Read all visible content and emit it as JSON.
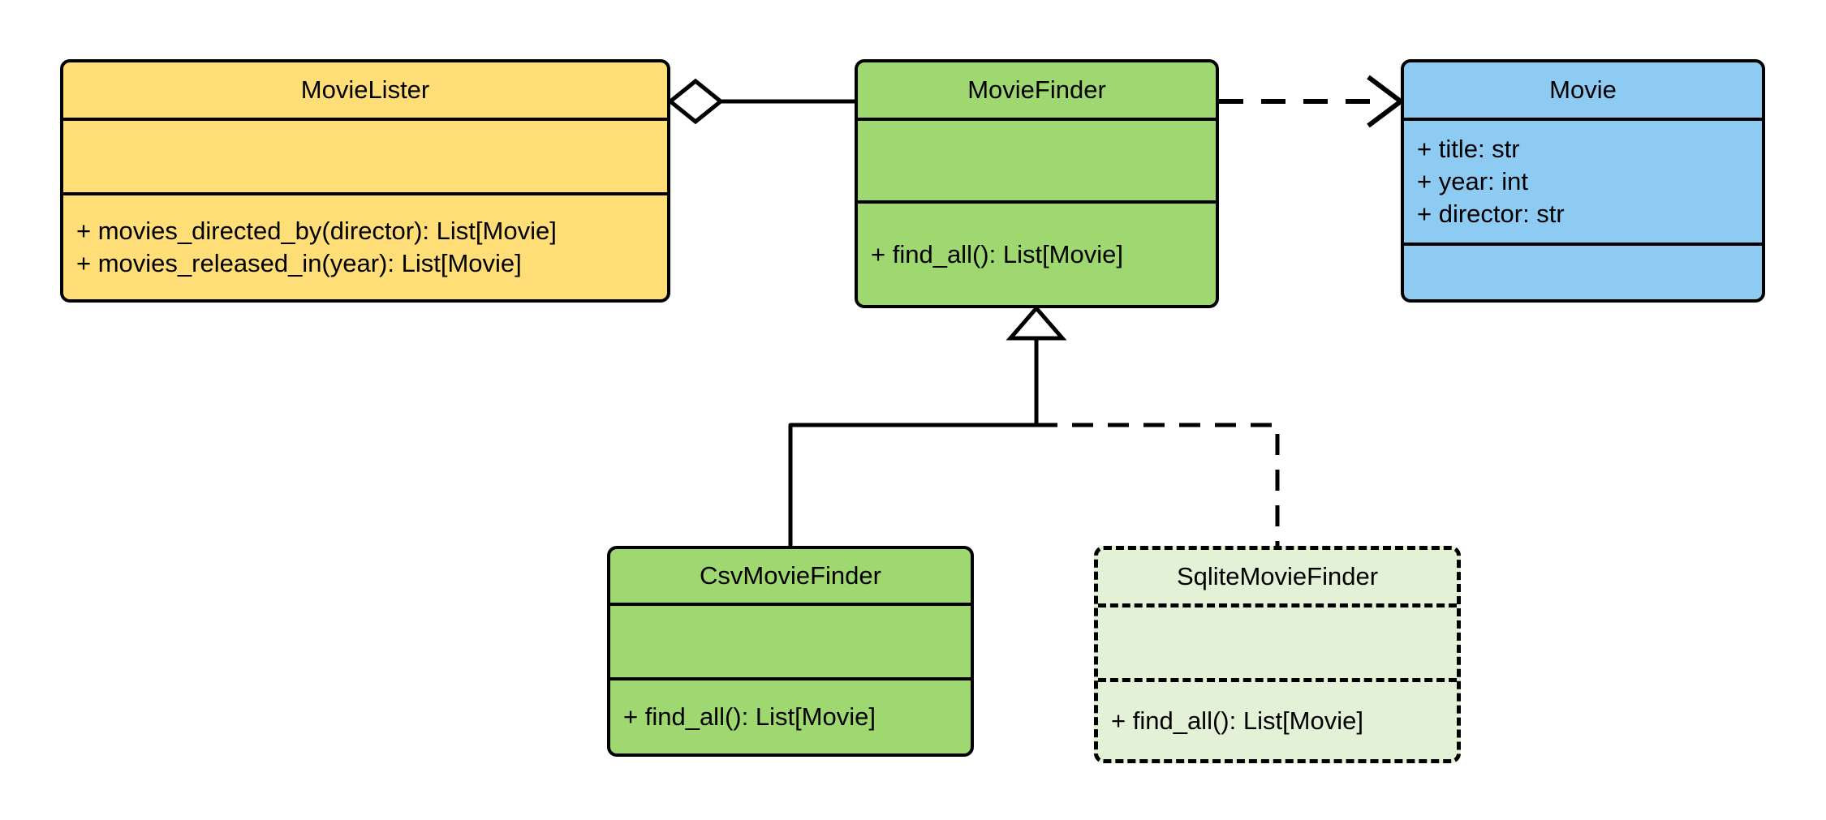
{
  "diagram": {
    "type": "uml-class-diagram",
    "title": "MovieLister dependency-injection class diagram",
    "background": "#ffffff",
    "line_color": "#000000"
  },
  "classes": [
    {
      "id": "movie-lister",
      "name": "MovieLister",
      "fill": "#FFDE77",
      "border_style": "solid",
      "attributes": [],
      "methods": [
        "+ movies_directed_by(director): List[Movie]",
        "+ movies_released_in(year): List[Movie]"
      ]
    },
    {
      "id": "movie-finder",
      "name": "MovieFinder",
      "fill": "#9FD870",
      "border_style": "solid",
      "attributes": [],
      "methods": [
        "+ find_all(): List[Movie]"
      ]
    },
    {
      "id": "movie",
      "name": "Movie",
      "fill": "#8ECBF3",
      "border_style": "solid",
      "attributes": [
        "+ title: str",
        "+ year: int",
        "+ director: str"
      ],
      "methods": []
    },
    {
      "id": "csv-movie-finder",
      "name": "CsvMovieFinder",
      "fill": "#9FD870",
      "border_style": "solid",
      "attributes": [],
      "methods": [
        "+ find_all(): List[Movie]"
      ]
    },
    {
      "id": "sqlite-movie-finder",
      "name": "SqliteMovieFinder",
      "fill": "#E3F2D6",
      "border_style": "dashed",
      "attributes": [],
      "methods": [
        "+ find_all(): List[Movie]"
      ]
    }
  ],
  "relationships": [
    {
      "id": "aggregation-lister-finder",
      "kind": "aggregation",
      "source": "MovieLister",
      "target": "MovieFinder",
      "line_style": "solid",
      "source_decoration": "hollow-diamond",
      "target_decoration": "none"
    },
    {
      "id": "dependency-finder-movie",
      "kind": "dependency",
      "source": "MovieFinder",
      "target": "Movie",
      "line_style": "dashed",
      "source_decoration": "none",
      "target_decoration": "open-arrow"
    },
    {
      "id": "inheritance-csv-finder",
      "kind": "generalization",
      "source": "CsvMovieFinder",
      "target": "MovieFinder",
      "line_style": "solid",
      "source_decoration": "none",
      "target_decoration": "hollow-triangle"
    },
    {
      "id": "inheritance-sqlite-finder",
      "kind": "generalization",
      "source": "SqliteMovieFinder",
      "target": "MovieFinder",
      "line_style": "dashed",
      "source_decoration": "none",
      "target_decoration": "hollow-triangle"
    }
  ]
}
